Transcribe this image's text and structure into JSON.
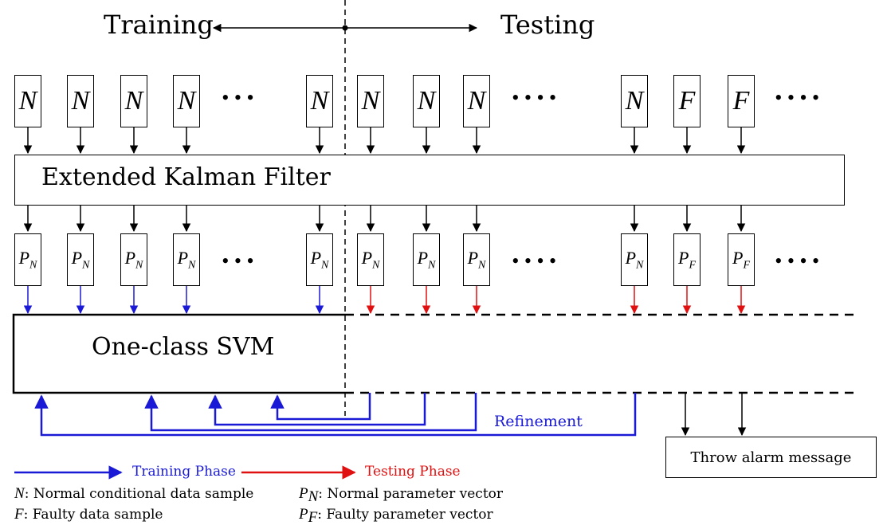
{
  "headers": {
    "training": "Training",
    "testing": "Testing"
  },
  "top_row": [
    {
      "symbol": "N"
    },
    {
      "symbol": "N"
    },
    {
      "symbol": "N"
    },
    {
      "symbol": "N"
    },
    {
      "symbol": "N"
    },
    {
      "symbol": "N"
    },
    {
      "symbol": "N"
    },
    {
      "symbol": "N"
    },
    {
      "symbol": "N"
    },
    {
      "symbol": "F"
    },
    {
      "symbol": "F"
    }
  ],
  "param_row": [
    {
      "symbol": "P",
      "sub": "N"
    },
    {
      "symbol": "P",
      "sub": "N"
    },
    {
      "symbol": "P",
      "sub": "N"
    },
    {
      "symbol": "P",
      "sub": "N"
    },
    {
      "symbol": "P",
      "sub": "N"
    },
    {
      "symbol": "P",
      "sub": "N"
    },
    {
      "symbol": "P",
      "sub": "N"
    },
    {
      "symbol": "P",
      "sub": "N"
    },
    {
      "symbol": "P",
      "sub": "N"
    },
    {
      "symbol": "P",
      "sub": "F"
    },
    {
      "symbol": "P",
      "sub": "F"
    }
  ],
  "ellipsis": "• • •",
  "ellipsis_long": "• • • •",
  "ekf_label": "Extended Kalman Filter",
  "svm_label": "One-class SVM",
  "refinement_label": "Refinement",
  "alarm_label": "Throw alarm message",
  "legend": {
    "training_phase": "Training Phase",
    "testing_phase": "Testing Phase",
    "n_symbol": "N",
    "n_desc": ": Normal conditional data sample",
    "f_symbol": "F",
    "f_desc": ": Faulty data sample",
    "pn_symbol": "P",
    "pn_sub": "N",
    "pn_desc": ": Normal parameter vector",
    "pf_symbol": "P",
    "pf_sub": "F",
    "pf_desc": ": Faulty parameter vector"
  },
  "colors": {
    "training": "#1a1ad6",
    "testing": "#e01010",
    "line": "#000000"
  }
}
